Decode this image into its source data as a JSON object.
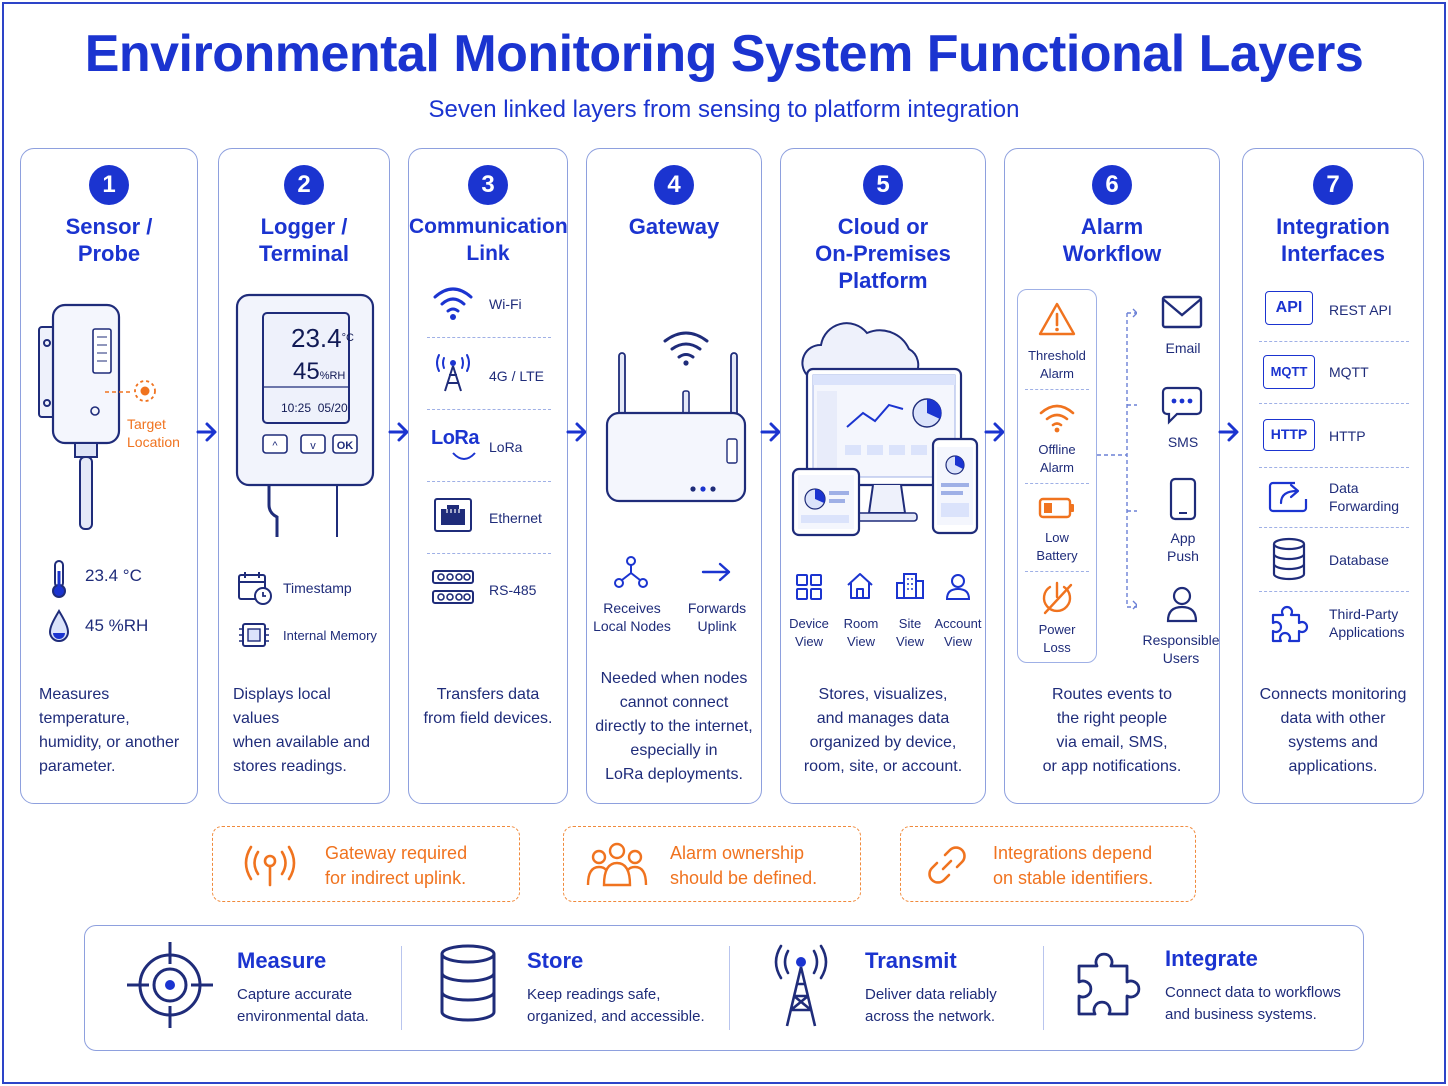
{
  "title": "Environmental Monitoring System Functional Layers",
  "subtitle": "Seven linked layers from sensing to platform integration",
  "layers": [
    {
      "number": "1",
      "title_lines": [
        "Sensor /",
        "Probe"
      ],
      "target_label": [
        "Target",
        "Location"
      ],
      "readings": [
        "23.4 °C",
        "45 %RH"
      ],
      "description": [
        "Measures",
        "temperature,",
        "humidity, or another",
        "parameter."
      ]
    },
    {
      "number": "2",
      "title_lines": [
        "Logger /",
        "Terminal"
      ],
      "screen": {
        "temp": "23.4",
        "temp_unit": "°C",
        "hum": "45",
        "hum_unit": "%RH",
        "time": "10:25",
        "date": "05/20"
      },
      "buttons": [
        "^",
        "v",
        "OK"
      ],
      "features": [
        "Timestamp",
        "Internal Memory"
      ],
      "description": [
        "Displays local values",
        "when available and",
        "stores readings."
      ]
    },
    {
      "number": "3",
      "title_lines": [
        "Communication",
        "Link"
      ],
      "links": [
        "Wi-Fi",
        "4G / LTE",
        "LoRa",
        "Ethernet",
        "RS-485"
      ],
      "lora_logo": "LoRa",
      "description": [
        "Transfers data",
        "from field devices."
      ]
    },
    {
      "number": "4",
      "title_lines": [
        "Gateway"
      ],
      "functions": [
        [
          "Receives",
          "Local Nodes"
        ],
        [
          "Forwards",
          "Uplink"
        ]
      ],
      "description": [
        "Needed when nodes",
        "cannot connect",
        "directly to the internet,",
        "especially in",
        "LoRa deployments."
      ]
    },
    {
      "number": "5",
      "title_lines": [
        "Cloud or",
        "On-Premises",
        "Platform"
      ],
      "views": [
        [
          "Device",
          "View"
        ],
        [
          "Room",
          "View"
        ],
        [
          "Site",
          "View"
        ],
        [
          "Account",
          "View"
        ]
      ],
      "description": [
        "Stores, visualizes,",
        "and manages data",
        "organized by device,",
        "room, site, or account."
      ]
    },
    {
      "number": "6",
      "title_lines": [
        "Alarm",
        "Workflow"
      ],
      "alarms": [
        [
          "Threshold",
          "Alarm"
        ],
        [
          "Offline",
          "Alarm"
        ],
        [
          "Low",
          "Battery"
        ],
        [
          "Power",
          "Loss"
        ]
      ],
      "channels": [
        [
          "Email"
        ],
        [
          "SMS"
        ],
        [
          "App",
          "Push"
        ],
        [
          "Responsible",
          "Users"
        ]
      ],
      "description": [
        "Routes events to",
        "the right people",
        "via email, SMS,",
        "or app notifications."
      ]
    },
    {
      "number": "7",
      "title_lines": [
        "Integration",
        "Interfaces"
      ],
      "interfaces": [
        {
          "tag": "API",
          "label": [
            "REST API"
          ]
        },
        {
          "tag": "MQTT",
          "label": [
            "MQTT"
          ]
        },
        {
          "tag": "HTTP",
          "label": [
            "HTTP"
          ]
        },
        {
          "tag": "",
          "label": [
            "Data",
            "Forwarding"
          ]
        },
        {
          "tag": "",
          "label": [
            "Database"
          ]
        },
        {
          "tag": "",
          "label": [
            "Third-Party",
            "Applications"
          ]
        }
      ],
      "description": [
        "Connects monitoring",
        "data with other",
        "systems and",
        "applications."
      ]
    }
  ],
  "notes": [
    [
      "Gateway required",
      "for indirect uplink."
    ],
    [
      "Alarm ownership",
      "should be defined."
    ],
    [
      "Integrations depend",
      "on stable identifiers."
    ]
  ],
  "summary": [
    {
      "title": "Measure",
      "text": [
        "Capture accurate",
        "environmental data."
      ]
    },
    {
      "title": "Store",
      "text": [
        "Keep readings safe,",
        "organized, and accessible."
      ]
    },
    {
      "title": "Transmit",
      "text": [
        "Deliver data reliably",
        "across the network."
      ]
    },
    {
      "title": "Integrate",
      "text": [
        "Connect data to workflows",
        "and business systems."
      ]
    }
  ],
  "colors": {
    "primary": "#1b34d0",
    "accent": "#f0731f",
    "border": "#8ea0de",
    "text": "#1f2c7a"
  }
}
